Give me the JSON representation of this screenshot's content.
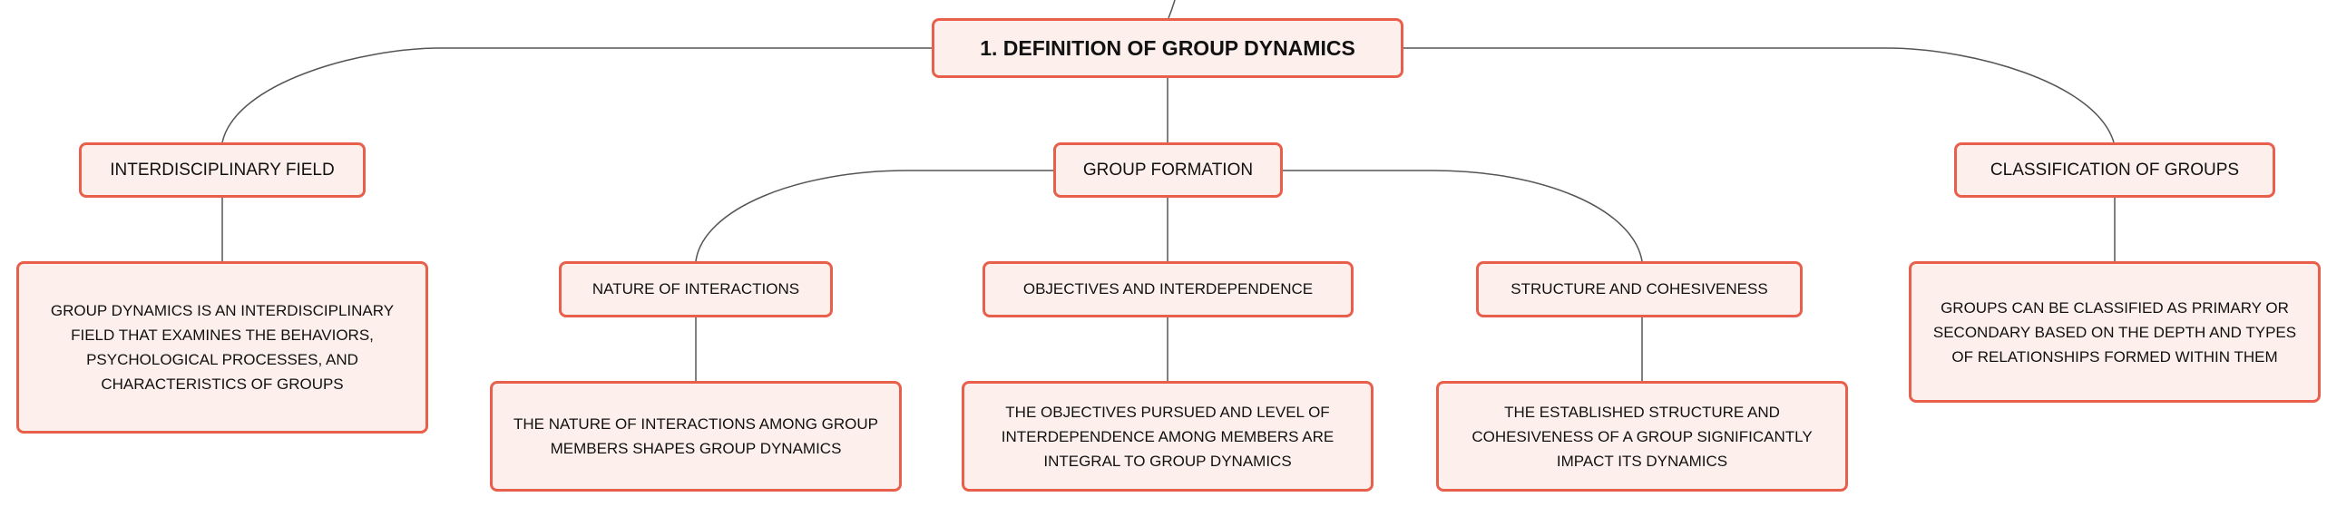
{
  "colors": {
    "node_fill": "#fdf0ec",
    "node_border": "#e8604c",
    "connector": "#555555",
    "text": "#111111"
  },
  "root": {
    "label": "1. DEFINITION OF GROUP DYNAMICS"
  },
  "branches": [
    {
      "label": "INTERDISCIPLINARY FIELD",
      "details": "GROUP DYNAMICS IS AN INTERDISCIPLINARY FIELD THAT EXAMINES THE BEHAVIORS, PSYCHOLOGICAL PROCESSES, AND CHARACTERISTICS OF GROUPS"
    },
    {
      "label": "GROUP FORMATION",
      "children": [
        {
          "label": "NATURE OF INTERACTIONS",
          "details": "THE NATURE OF INTERACTIONS AMONG GROUP MEMBERS SHAPES GROUP DYNAMICS"
        },
        {
          "label": "OBJECTIVES AND INTERDEPENDENCE",
          "details": "THE OBJECTIVES PURSUED AND LEVEL OF INTERDEPENDENCE AMONG MEMBERS ARE INTEGRAL TO GROUP DYNAMICS"
        },
        {
          "label": "STRUCTURE AND COHESIVENESS",
          "details": "THE ESTABLISHED STRUCTURE AND COHESIVENESS OF A GROUP SIGNIFICANTLY IMPACT ITS DYNAMICS"
        }
      ]
    },
    {
      "label": "CLASSIFICATION OF GROUPS",
      "details": "GROUPS CAN BE CLASSIFIED AS PRIMARY OR SECONDARY BASED ON THE DEPTH AND TYPES OF RELATIONSHIPS FORMED WITHIN THEM"
    }
  ]
}
